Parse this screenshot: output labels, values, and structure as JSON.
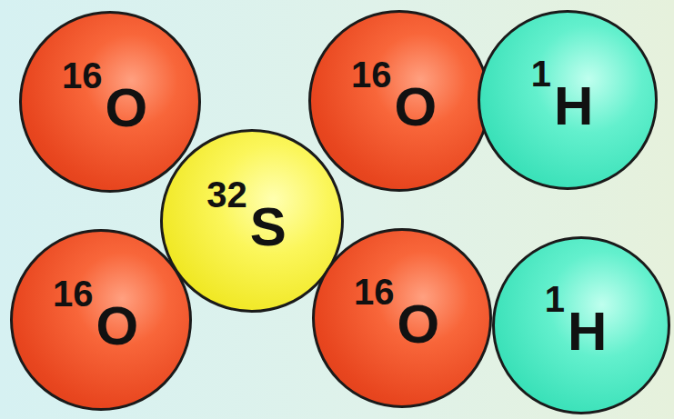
{
  "diagram": {
    "nodes": [
      {
        "text": [
          "16",
          "O"
        ]
      },
      {
        "text": [
          "16",
          "O"
        ]
      },
      {
        "text": [
          "1",
          "H"
        ]
      },
      {
        "text": [
          "32",
          "S"
        ]
      },
      {
        "text": [
          "16",
          "O"
        ]
      },
      {
        "text": [
          "16",
          "O"
        ]
      },
      {
        "text": [
          "1",
          "H"
        ]
      }
    ]
  }
}
